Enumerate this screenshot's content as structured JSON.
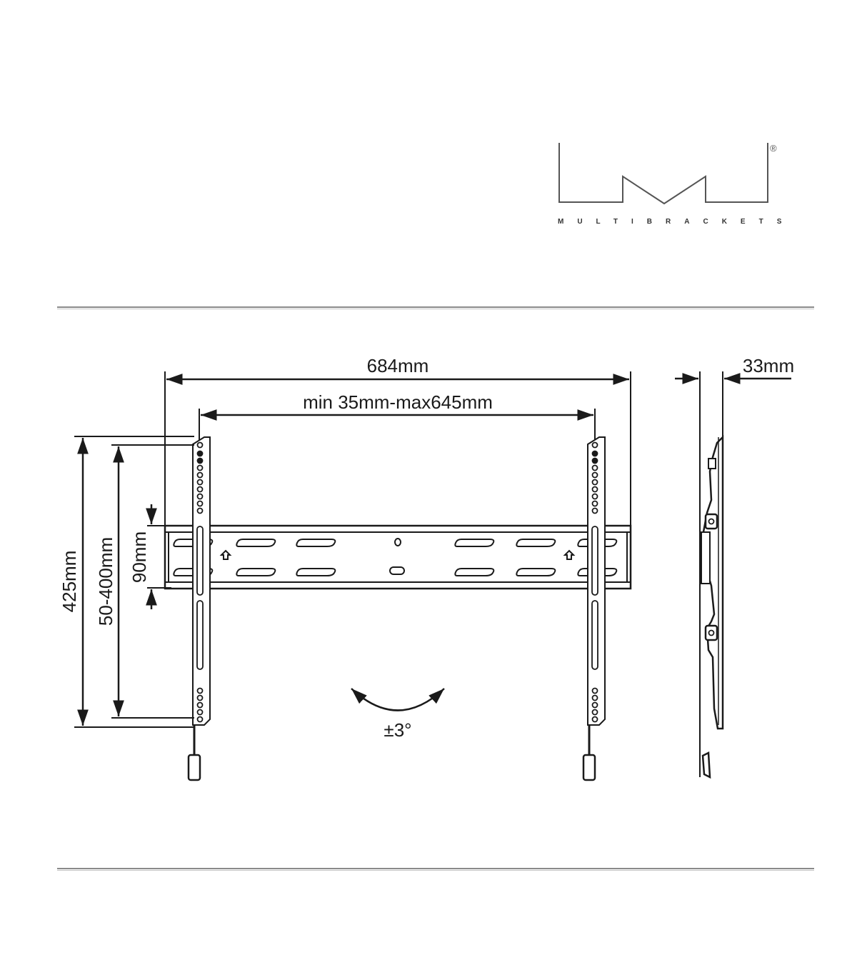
{
  "brand": {
    "name": "MULTIBRACKETS",
    "registered_mark": "®"
  },
  "dimensions": {
    "overall_width": "684mm",
    "bracket_spacing": "min 35mm-max645mm",
    "depth": "33mm",
    "overall_height": "425mm",
    "vesa_vertical_range": "50-400mm",
    "rail_height": "90mm",
    "tilt": "±3°"
  },
  "colors": {
    "line": "#1a1a1a",
    "rule": "#8a8a8a",
    "background": "#ffffff"
  }
}
